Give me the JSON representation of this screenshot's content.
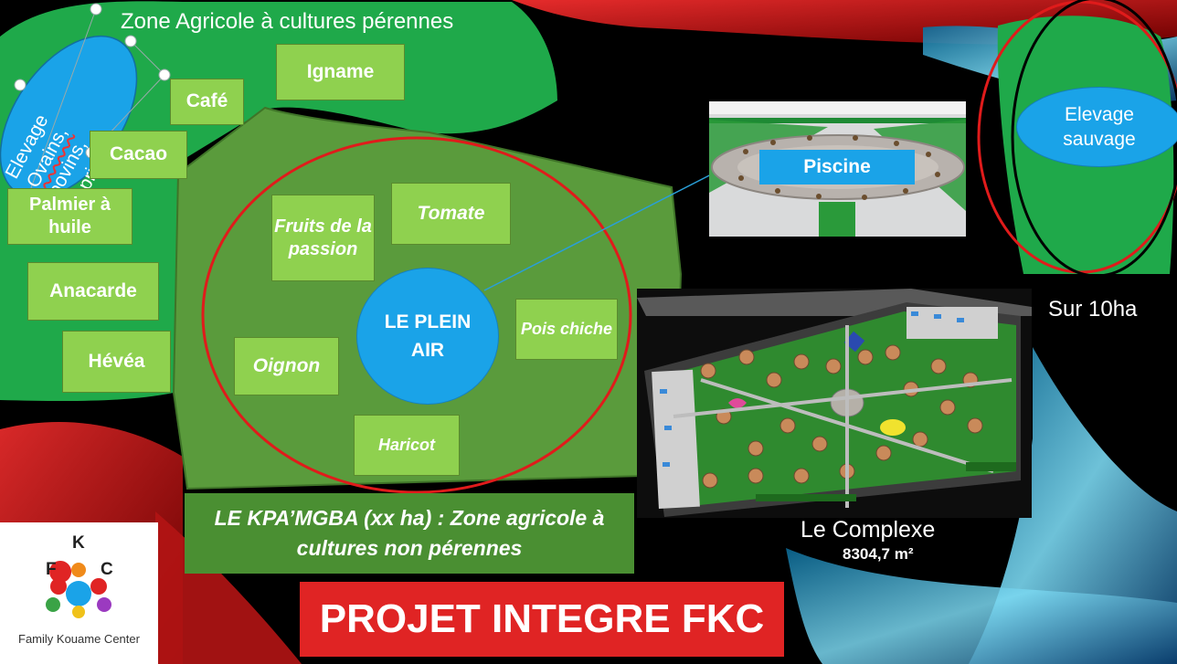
{
  "slide": {
    "top_zone_title": "Zone Agricole à cultures pérennes",
    "elevage_ovins": [
      "Elevage",
      "Ovains,",
      "bovins,",
      "caprins"
    ],
    "perennial_crops": {
      "igname": "Igname",
      "cafe": "Café",
      "cacao": "Cacao",
      "palmier": "Palmier à huile",
      "anacarde": "Anacarde",
      "hevea": "Hévéa"
    },
    "annual_crops": {
      "fruits": "Fruits de la passion",
      "tomate": "Tomate",
      "pois": "Pois chiche",
      "oignon": "Oignon",
      "haricot": "Haricot"
    },
    "center_label": "LE PLEIN AIR",
    "kpamgba_banner": "LE KPA’MGBA (xx ha) : Zone agricole à cultures non pérennes",
    "piscine_label": "Piscine",
    "elevage_sauvage": "Elevage sauvage",
    "surface_note": "Sur 10ha",
    "complexe_title": "Le Complexe",
    "complexe_area": "8304,7 m²",
    "project_title": "PROJET INTEGRE FKC",
    "logo": {
      "k": "K",
      "f": "F",
      "c": "C",
      "caption": "Family Kouame Center"
    },
    "colors": {
      "crop_box": "#8fd14f",
      "zone_green": "#1fa94a",
      "inner_green": "#5a9b3c",
      "circle_blue": "#1aa3e8",
      "ring_red": "#e01b1b",
      "title_red": "#e02424"
    }
  }
}
